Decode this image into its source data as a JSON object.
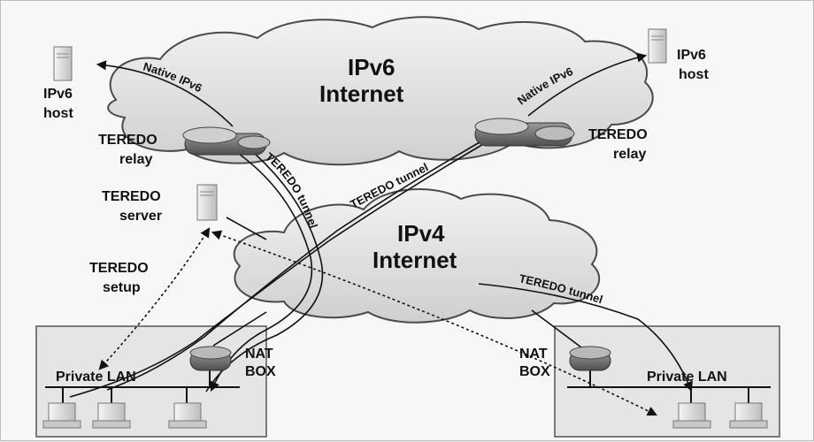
{
  "clouds": {
    "ipv6": {
      "line1": "IPv6",
      "line2": "Internet"
    },
    "ipv4": {
      "line1": "IPv4",
      "line2": "Internet"
    }
  },
  "hosts": {
    "left": {
      "line1": "IPv6",
      "line2": "host"
    },
    "right": {
      "line1": "IPv6",
      "line2": "host"
    }
  },
  "relays": {
    "left": {
      "line1": "TEREDO",
      "line2": "relay"
    },
    "right": {
      "line1": "TEREDO",
      "line2": "relay"
    }
  },
  "server": {
    "line1": "TEREDO",
    "line2": "server"
  },
  "setup": {
    "line1": "TEREDO",
    "line2": "setup"
  },
  "nat": {
    "left": {
      "line1": "NAT",
      "line2": "BOX"
    },
    "right": {
      "line1": "NAT",
      "line2": "BOX"
    }
  },
  "lan": {
    "left": "Private LAN",
    "right": "Private LAN"
  },
  "paths": {
    "native_left": "Native IPv6",
    "native_right": "Native IPv6",
    "tunnel_center": "TEREDO tunnel",
    "tunnel_left": "TEREDO tunnel",
    "tunnel_right": "TEREDO tunnel"
  },
  "colors": {
    "cloud_fill": "#e6e6e6",
    "cloud_stroke": "#4a4a4a",
    "lan_box_fill": "#e5e5e5",
    "router_fill": "#7a7a7a",
    "line": "#111111"
  }
}
